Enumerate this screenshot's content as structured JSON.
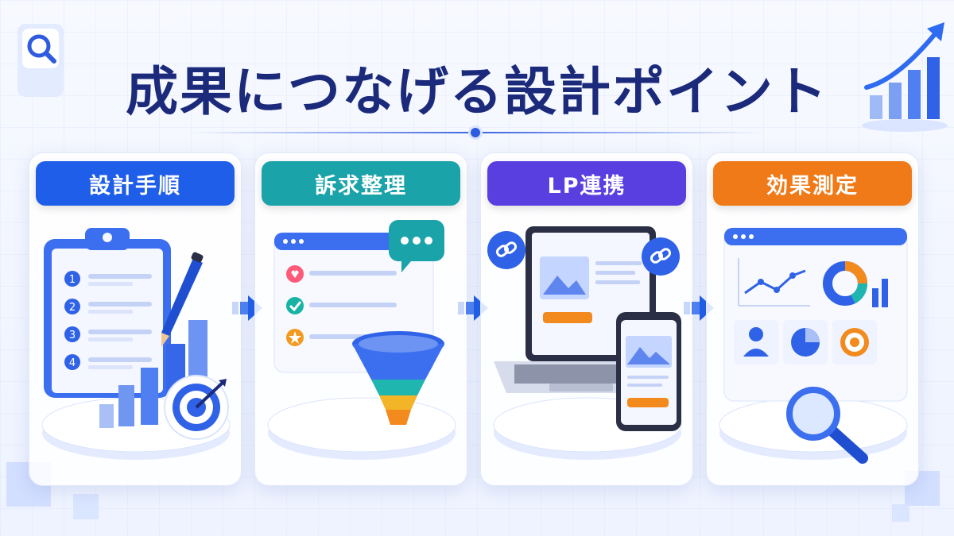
{
  "title": "成果につなげる設計ポイント",
  "steps": [
    {
      "label": "設計手順",
      "color": "#1f5ee8",
      "list_numbers": [
        "1",
        "2",
        "3",
        "4"
      ]
    },
    {
      "label": "訴求整理",
      "color": "#1aa3a8"
    },
    {
      "label": "LP連携",
      "color": "#5a3fe0"
    },
    {
      "label": "効果測定",
      "color": "#f07a18"
    }
  ],
  "colors": {
    "title": "#1b2a7a",
    "accent": "#2f5be0",
    "orange": "#f28a1e"
  }
}
